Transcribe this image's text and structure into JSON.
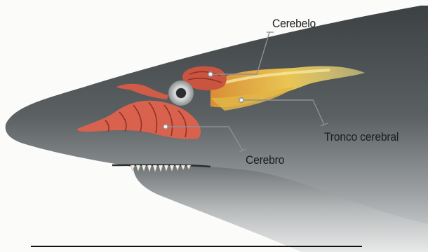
{
  "labels": {
    "cerebelo": "Cerebelo",
    "tronco_cerebral": "Tronco cerebral",
    "cerebro": "Cerebro"
  },
  "colors": {
    "shark_skin_dark": "#505558",
    "shark_skin_light": "#dadcdd",
    "brain_red": "#d9624e",
    "brain_stem_yellow": "#e8c44a",
    "eye_gray": "#b9bcbc",
    "leader_line": "#8d9093"
  }
}
